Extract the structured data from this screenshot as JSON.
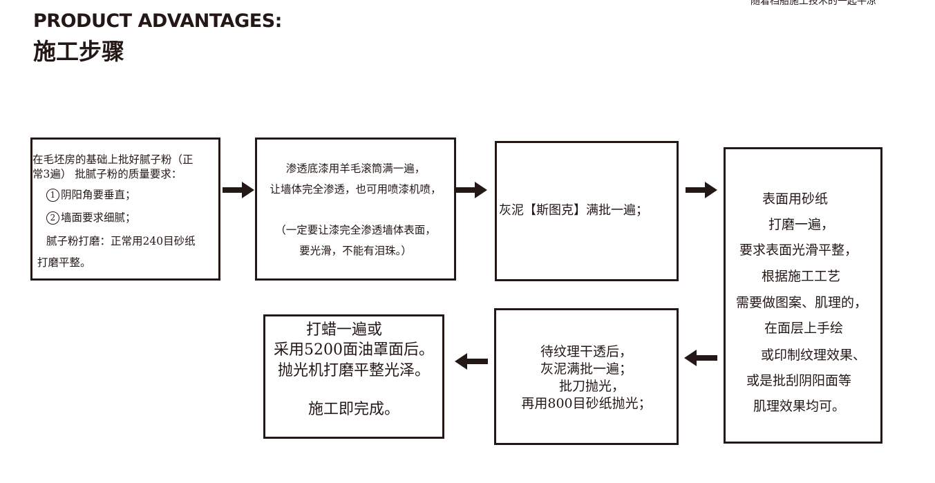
{
  "header": {
    "top_clipped_text": "随着档船施工技术的一起平凉",
    "title_en": "PRODUCT ADVANTAGES:",
    "title_cn": "施工步骤"
  },
  "steps": [
    {
      "id": "step1",
      "lines": [
        "在毛坯房的基础上批好腻子粉（正",
        "常3遍） 批腻子粉的质量要求：",
        "阴阳角要垂直；",
        "墙面要求细腻；",
        "腻子粉打磨：正常用240目砂纸",
        "打磨平整。"
      ],
      "markers": [
        "1",
        "2"
      ]
    },
    {
      "id": "step2",
      "lines": [
        "渗透底漆用羊毛滚筒满一遍，",
        "让墙体完全渗透，也可用喷漆机喷，",
        "（一定要让漆完全渗透墙体表面，",
        "要光滑，不能有泪珠。）"
      ]
    },
    {
      "id": "step3",
      "lines": [
        "灰泥【斯图克】满批一遍；"
      ]
    },
    {
      "id": "step4",
      "lines": [
        "表面用砂纸",
        "打磨一遍，",
        "要求表面光滑平整，",
        "根据施工工艺",
        "需要做图案、肌理的，",
        "在面层上手绘",
        "或印制纹理效果、",
        "或是批刮阴阳面等",
        "肌理效果均可。"
      ]
    },
    {
      "id": "step5",
      "lines": [
        "待纹理干透后，",
        "灰泥满批一遍；",
        "批刀抛光，",
        "再用800目砂纸抛光；"
      ]
    },
    {
      "id": "step6",
      "lines": [
        "打蜡一遍或",
        "采用5200面油罩面后。",
        "抛光机打磨平整光泽。",
        "施工即完成。"
      ]
    }
  ],
  "colors": {
    "ink": "#231815",
    "background": "#ffffff"
  },
  "icons": [
    "arrow-right-icon",
    "arrow-left-icon"
  ]
}
